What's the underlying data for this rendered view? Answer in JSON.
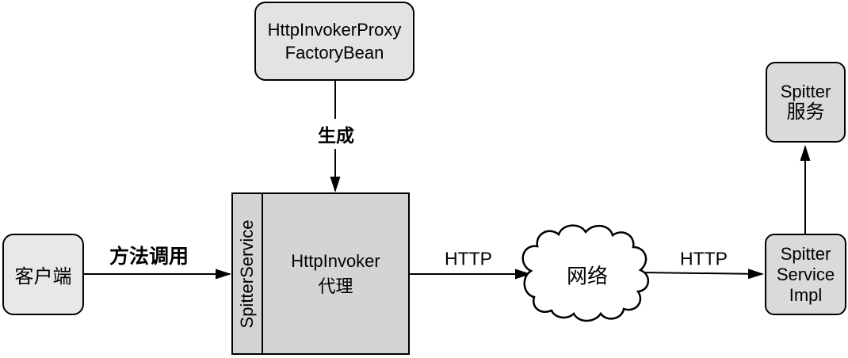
{
  "diagram": {
    "factory_bean": {
      "lines": [
        "HttpInvokerProxy",
        "FactoryBean"
      ]
    },
    "client": {
      "label": "客户端"
    },
    "proxy": {
      "interface_label": "SpitterService",
      "lines": [
        "HttpInvoker",
        "代理"
      ]
    },
    "network": {
      "label": "网络"
    },
    "service_impl": {
      "lines": [
        "Spitter",
        "Service",
        "Impl"
      ]
    },
    "service": {
      "lines": [
        "Spitter",
        "服务"
      ]
    },
    "edges": {
      "generate_label": "生成",
      "method_call_label": "方法调用",
      "http_label_left": "HTTP",
      "http_label_right": "HTTP"
    },
    "colors": {
      "canvas_bg": "#ffffff",
      "fill_light": "#e3e3e3",
      "fill_lighter": "#e8e8e8",
      "fill_mid": "#d4d4d4",
      "fill_right": "#dadada",
      "stroke": "#000000"
    }
  }
}
